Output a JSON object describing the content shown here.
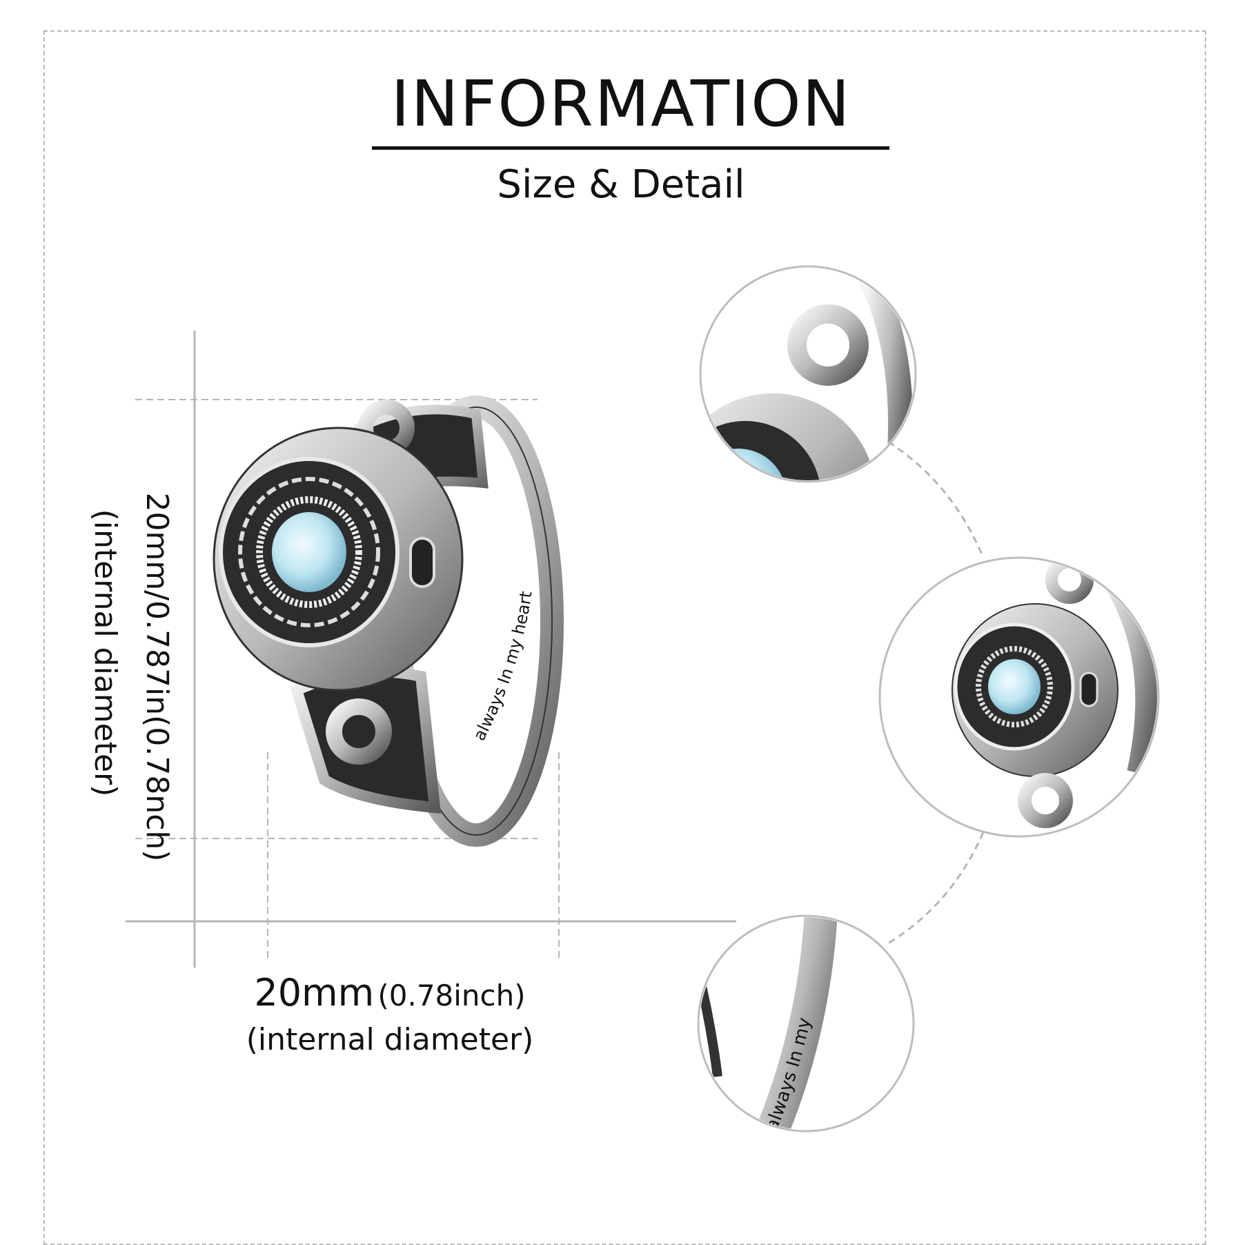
{
  "header": {
    "title": "INFORMATION",
    "subtitle": "Size & Detail"
  },
  "dimensions": {
    "vertical_size": "20mm/0.787in(0.78nch)",
    "vertical_note": "(internal diameter)",
    "horizontal_size_mm": "20mm",
    "horizontal_size_inch": "(0.78inch)",
    "horizontal_note": "(internal diameter)"
  },
  "product": {
    "engraving": "always In my heart",
    "detail_engraving": "always In my",
    "stone_color": "#bfe6f2",
    "metal_color": "#c8c8c8"
  }
}
